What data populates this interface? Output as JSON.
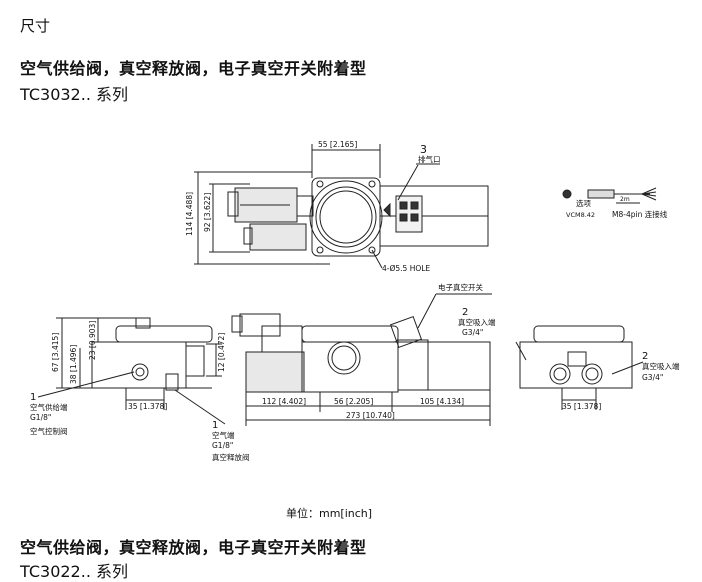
{
  "heading": {
    "section": "尺寸",
    "title_1": "空气供给阀，真空释放阀，电子真空开关附着型",
    "model_1": "TC3032.. 系列",
    "title_2": "空气供给阀，真空释放阀，电子真空开关附着型",
    "model_2": "TC3022.. 系列"
  },
  "top_view": {
    "dim_width": "55 [2.165]",
    "dim_height_outer": "114 [4.488]",
    "dim_height_inner": "92 [3.622]",
    "callout_num": "3",
    "callout_label": "排气口",
    "hole_label": "4-Ø5.5 HOLE"
  },
  "connector": {
    "option_label": "选项",
    "option_code": "VCM8.42",
    "cable_label": "M8-4pin 连接线",
    "cable_len": "2m"
  },
  "front_view": {
    "dim_67": "67 [3.415]",
    "dim_38": "38 [1.496]",
    "dim_23": "23 [0.903]",
    "dim_12": "12 [0.472]",
    "dim_35_left": "35 [1.378]",
    "dim_112": "112 [4.402]",
    "dim_56": "56 [2.205]",
    "dim_105": "105 [4.134]",
    "dim_273": "273 [10.740]",
    "dim_35_right": "35 [1.378]",
    "callout_1a_num": "1",
    "callout_1a_line1": "空气供给端",
    "callout_1a_line2": "G1/8\"",
    "callout_1a_line3": "空气控制阀",
    "callout_1b_num": "1",
    "callout_1b_line1": "空气端",
    "callout_1b_line2": "G1/8\"",
    "callout_1b_line3": "真空释放阀",
    "switch_label": "电子真空开关",
    "callout_2a_num": "2",
    "callout_2a_line1": "真空吸入端",
    "callout_2a_line2": "G3/4\"",
    "callout_2b_num": "2",
    "callout_2b_line1": "真空吸入端",
    "callout_2b_line2": "G3/4\""
  },
  "footer": {
    "unit": "单位：mm[inch]"
  }
}
